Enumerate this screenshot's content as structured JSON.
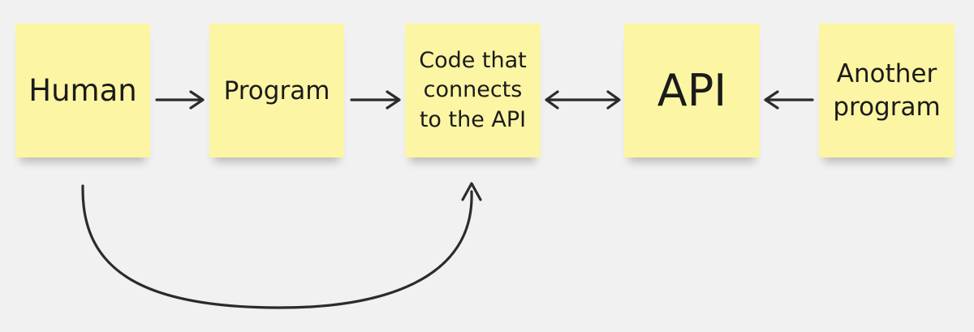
{
  "nodes": {
    "human": "Human",
    "program": "Program",
    "code": "Code that\nconnects\nto the API",
    "api": "API",
    "another": "Another\nprogram"
  },
  "colors": {
    "background": "#f1f1f1",
    "sticky_note": "#fcf5a3",
    "text": "#1b1b1b",
    "arrow": "#2b2b2b"
  },
  "edges": [
    {
      "from": "human",
      "to": "program",
      "direction": "forward"
    },
    {
      "from": "program",
      "to": "code",
      "direction": "forward"
    },
    {
      "from": "code",
      "to": "api",
      "direction": "both"
    },
    {
      "from": "another",
      "to": "api",
      "direction": "forward"
    },
    {
      "from": "human",
      "to": "code",
      "direction": "forward",
      "style": "curved"
    }
  ]
}
